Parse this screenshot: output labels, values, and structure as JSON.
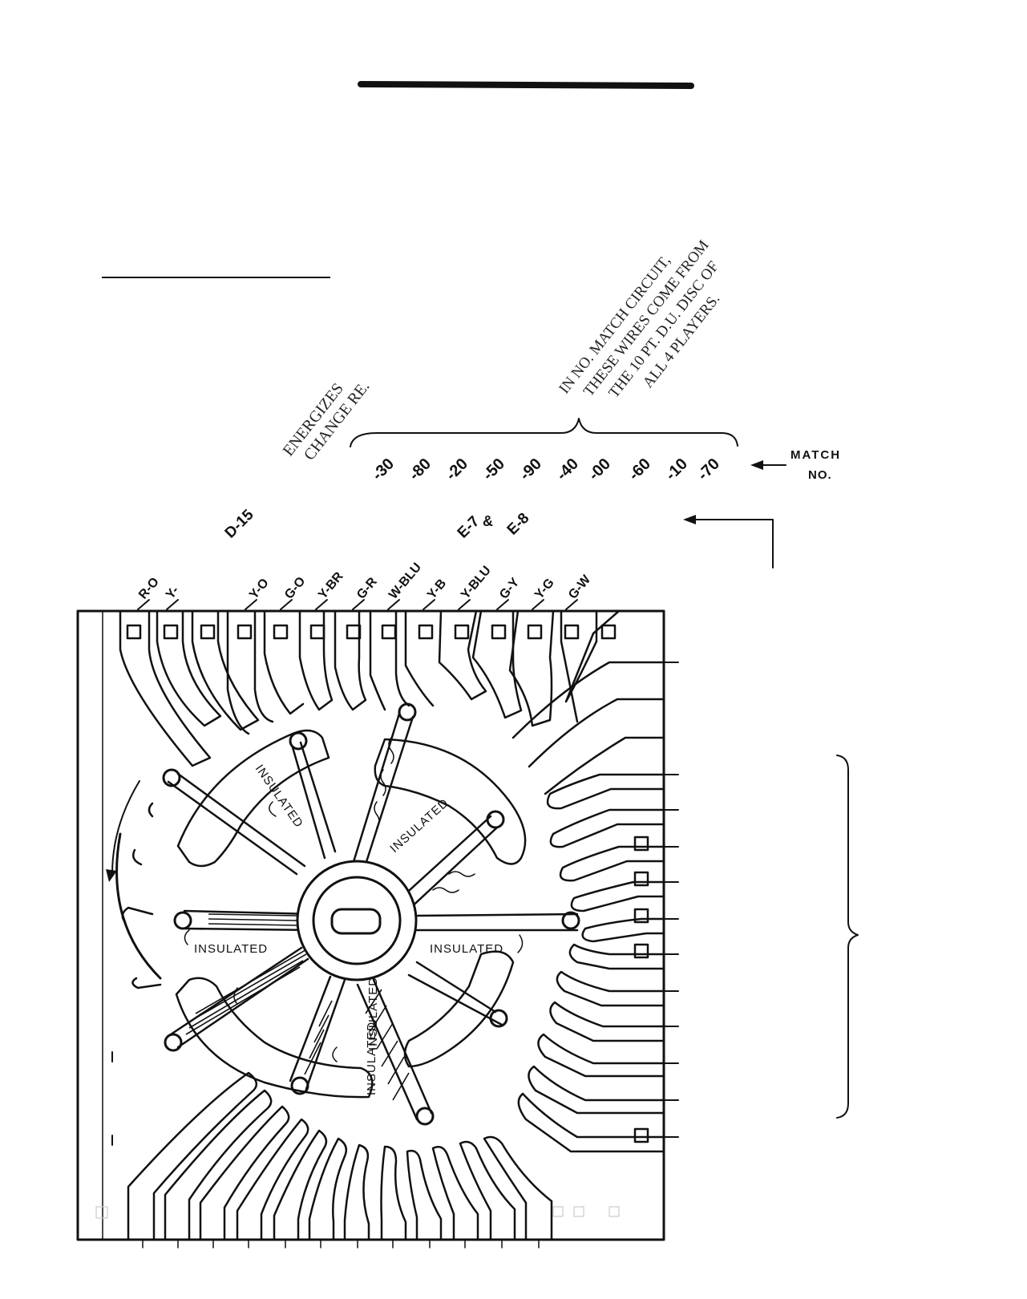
{
  "note_energizes": [
    "ENERGIZES",
    "CHANGE RE."
  ],
  "note_match_circuit": [
    "IN NO. MATCH CIRCUIT,",
    "THESE WIRES COME FROM",
    "THE 10 PT. D.U. DISC OF",
    "ALL 4 PLAYERS."
  ],
  "match_numbers": [
    "-30",
    "-80",
    "-20",
    "-50",
    "-90",
    "-40",
    "-00",
    "-60",
    "-10",
    "-70"
  ],
  "match_label": [
    "MATCH",
    "NO."
  ],
  "ref_d15": "D-15",
  "ref_e7": "E-7",
  "ref_amp": "&",
  "ref_e8": "E-8",
  "wire_labels": [
    "R-O",
    "Y-",
    "Y-O",
    "G-O",
    "Y-BR",
    "G-R",
    "W-BLU",
    "Y-B",
    "Y-BLU",
    "G-Y",
    "Y-G",
    "G-W"
  ],
  "insulated": [
    "INSULATED",
    "INSULATED",
    "INSULATED",
    "INSULATED",
    "INSULATED",
    "INSULATED"
  ]
}
